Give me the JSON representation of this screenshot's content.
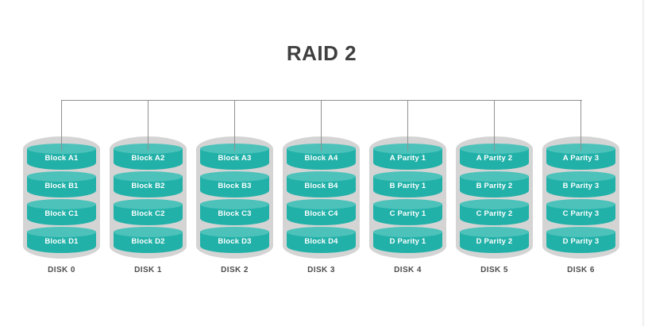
{
  "title": "RAID 2",
  "colors": {
    "cylinder_body": "#22b1a8",
    "cylinder_top": "#4cc2ba",
    "disk_shell": "#d4d4d4",
    "connector_line": "#909090",
    "block_text": "#ffffff",
    "disk_label_text": "#4d4d4d",
    "title_text": "#3f3f3f"
  },
  "disks": [
    {
      "label": "DISK 0",
      "blocks": [
        "Block A1",
        "Block B1",
        "Block C1",
        "Block D1"
      ]
    },
    {
      "label": "DISK 1",
      "blocks": [
        "Block A2",
        "Block B2",
        "Block C2",
        "Block D2"
      ]
    },
    {
      "label": "DISK 2",
      "blocks": [
        "Block A3",
        "Block B3",
        "Block C3",
        "Block D3"
      ]
    },
    {
      "label": "DISK 3",
      "blocks": [
        "Block A4",
        "Block B4",
        "Block C4",
        "Block D4"
      ]
    },
    {
      "label": "DISK 4",
      "blocks": [
        "A Parity 1",
        "B Parity 1",
        "C Parity 1",
        "D Parity 1"
      ]
    },
    {
      "label": "DISK 5",
      "blocks": [
        "A Parity 2",
        "B Parity 2",
        "C Parity 2",
        "D Parity 2"
      ]
    },
    {
      "label": "DISK 6",
      "blocks": [
        "A Parity 3",
        "B Parity 3",
        "C Parity 3",
        "D Parity 3"
      ]
    }
  ]
}
